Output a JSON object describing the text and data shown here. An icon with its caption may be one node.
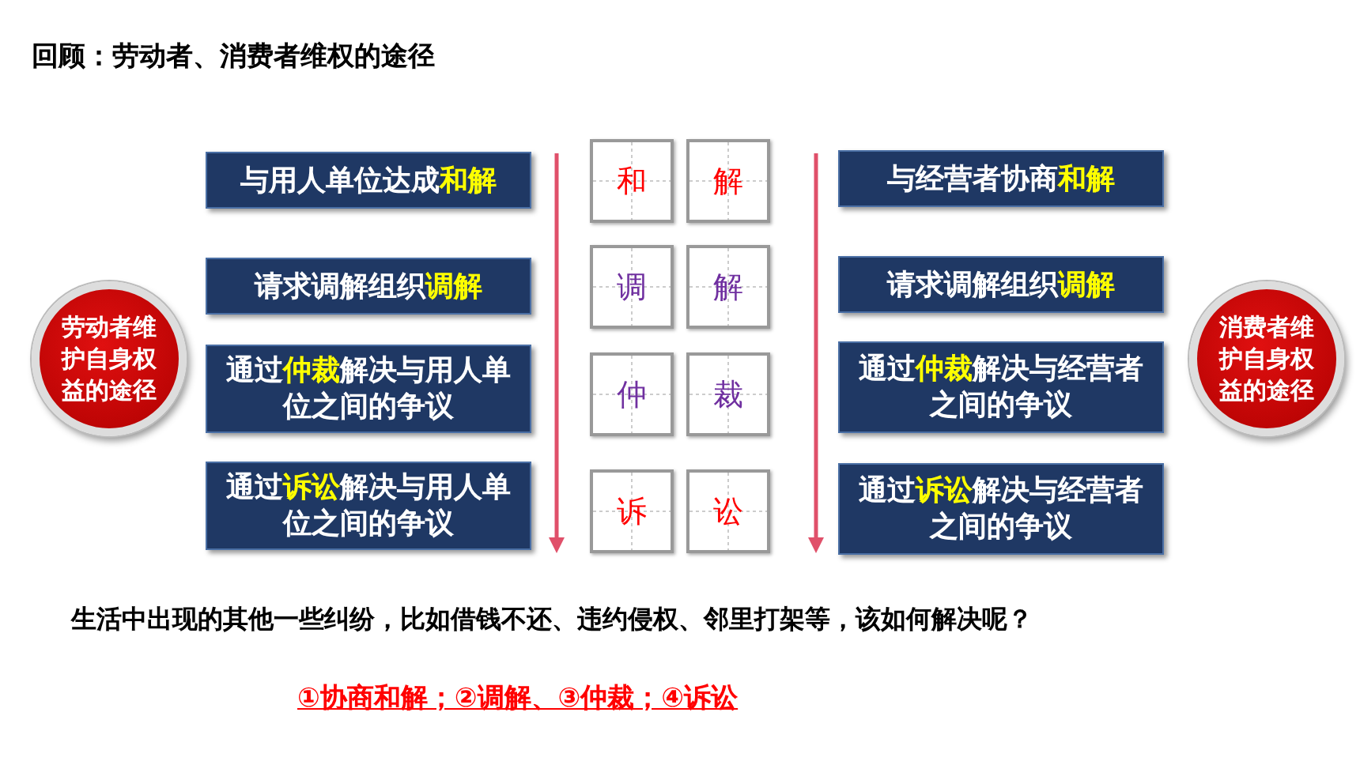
{
  "diagram": {
    "title": "回顾：劳动者、消费者维权的途径",
    "nodes": [
      {
        "text": [
          "劳动者维护自身权益的途径"
        ]
      },
      {
        "text": [
          "与用人单位达成**和解**"
        ]
      },
      {
        "text": [
          "请求调解组织**调解**"
        ]
      },
      {
        "text": [
          "通过**仲裁**解决与用人单位之间的争议"
        ]
      },
      {
        "text": [
          "通过**诉讼**解决与用人单位之间的争议"
        ]
      },
      {
        "text": [
          "和"
        ]
      },
      {
        "text": [
          "解"
        ]
      },
      {
        "text": [
          "调"
        ]
      },
      {
        "text": [
          "解"
        ]
      },
      {
        "text": [
          "仲"
        ]
      },
      {
        "text": [
          "裁"
        ]
      },
      {
        "text": [
          "诉"
        ]
      },
      {
        "text": [
          "讼"
        ]
      },
      {
        "text": [
          "与经营者协商**和解**"
        ]
      },
      {
        "text": [
          "请求调解组织**调解**"
        ]
      },
      {
        "text": [
          "通过**仲裁**解决与经营者之间的争议"
        ]
      },
      {
        "text": [
          "通过**诉讼**解决与经营者之间的争议"
        ]
      },
      {
        "text": [
          "消费者维护自身权益的途径"
        ]
      }
    ],
    "labels": [
      "生活中出现的其他一些纠纷，比如借钱不还、违约侵权、邻里打架等，该如何解决呢？",
      "①协商和解；②调解、③仲裁；④诉讼"
    ]
  }
}
